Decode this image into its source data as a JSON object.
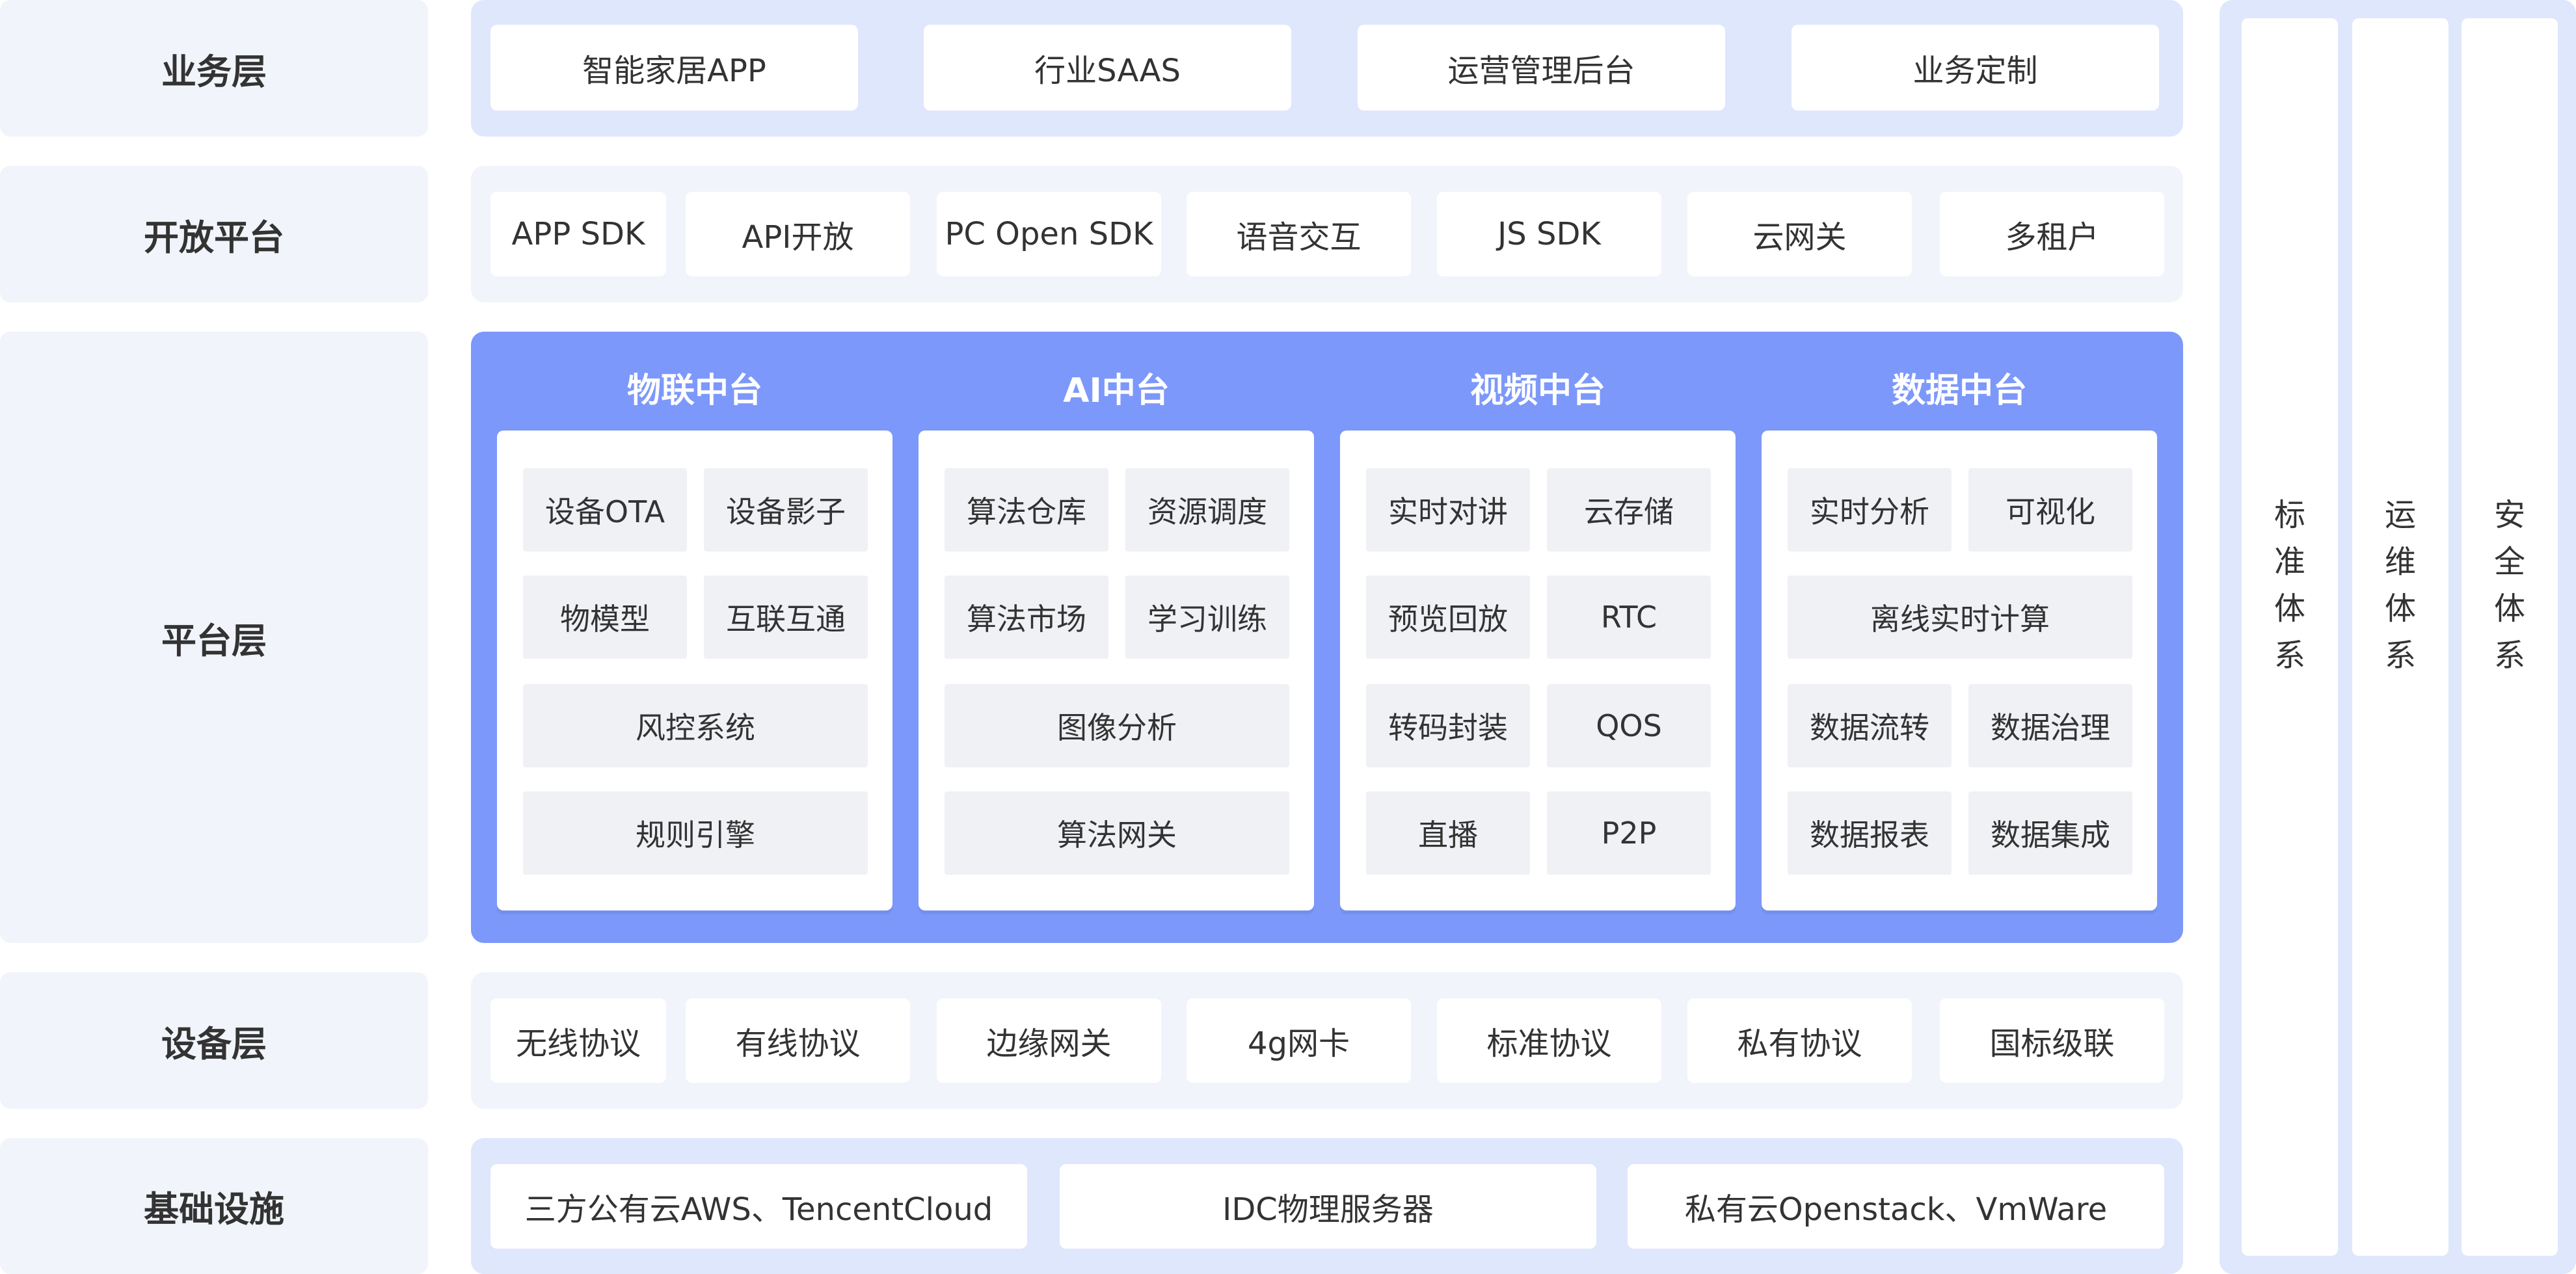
{
  "layers": {
    "business": "业务层",
    "open": "开放平台",
    "platform": "平台层",
    "device": "设备层",
    "infra": "基础设施"
  },
  "business_items": [
    "智能家居APP",
    "行业SAAS",
    "运营管理后台",
    "业务定制"
  ],
  "open_items": [
    "APP SDK",
    "API开放",
    "PC Open SDK",
    "语音交互",
    "JS SDK",
    "云网关",
    "多租户"
  ],
  "platform": {
    "iot": {
      "title": "物联中台",
      "cells": [
        "设备OTA",
        "设备影子",
        "物模型",
        "互联互通",
        "风控系统",
        "规则引擎"
      ]
    },
    "ai": {
      "title": "AI中台",
      "cells": [
        "算法仓库",
        "资源调度",
        "算法市场",
        "学习训练",
        "图像分析",
        "算法网关"
      ]
    },
    "video": {
      "title": "视频中台",
      "cells": [
        "实时对讲",
        "云存储",
        "预览回放",
        "RTC",
        "转码封装",
        "QOS",
        "直播",
        "P2P"
      ]
    },
    "data": {
      "title": "数据中台",
      "cells": [
        "实时分析",
        "可视化",
        "离线实时计算",
        "数据流转",
        "数据治理",
        "数据报表",
        "数据集成"
      ]
    }
  },
  "device_items": [
    "无线协议",
    "有线协议",
    "边缘网关",
    "4g网卡",
    "标准协议",
    "私有协议",
    "国标级联"
  ],
  "infra_items": [
    "三方公有云AWS、TencentCloud",
    "IDC物理服务器",
    "私有云Openstack、VmWare"
  ],
  "side_systems": [
    "标准体系",
    "运维体系",
    "安全体系"
  ],
  "colors": {
    "band_blue": "#dfe7fd",
    "band_light": "#f1f4fa",
    "platform_accent": "#7d98fb",
    "cell_bg": "#eff1f5"
  }
}
